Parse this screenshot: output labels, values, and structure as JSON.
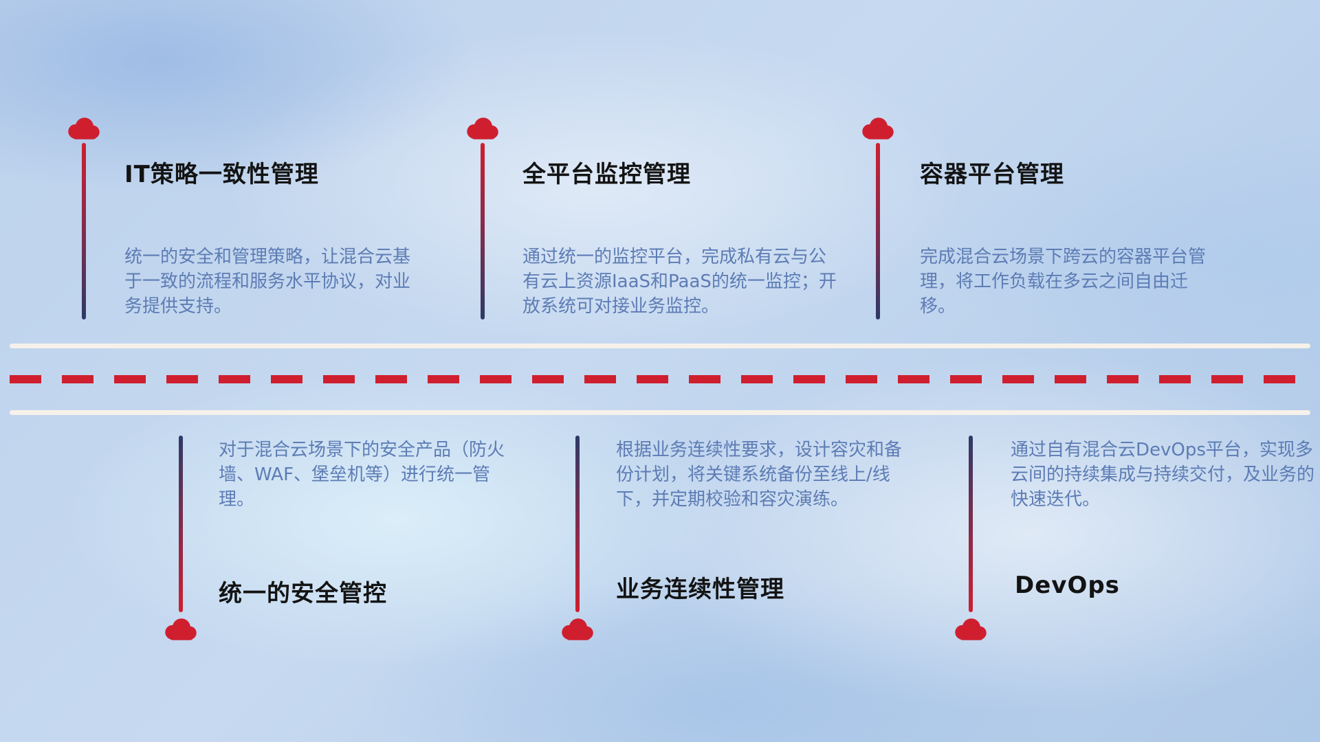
{
  "colors": {
    "accent_red": "#cf1f2f",
    "navy": "#2d3a66",
    "title_text": "#131313",
    "description_text": "#5d7cb4",
    "road_line": "#f6f1ea"
  },
  "top_items": [
    {
      "title": "IT策略一致性管理",
      "description": "统一的安全和管理策略，让混合云基于一致的流程和服务水平协议，对业务提供支持。"
    },
    {
      "title": "全平台监控管理",
      "description": "通过统一的监控平台，完成私有云与公有云上资源IaaS和PaaS的统一监控；开放系统可对接业务监控。"
    },
    {
      "title": "容器平台管理",
      "description": "完成混合云场景下跨云的容器平台管理，将工作负载在多云之间自由迁移。"
    }
  ],
  "bottom_items": [
    {
      "title": "统一的安全管控",
      "description": "对于混合云场景下的安全产品（防火墙、WAF、堡垒机等）进行统一管理。"
    },
    {
      "title": "业务连续性管理",
      "description": "根据业务连续性要求，设计容灾和备份计划，将关键系统备份至线上/线下，并定期校验和容灾演练。"
    },
    {
      "title": "DevOps",
      "description": "通过自有混合云DevOps平台，实现多云间的持续集成与持续交付，及业务的快速迭代。"
    }
  ]
}
